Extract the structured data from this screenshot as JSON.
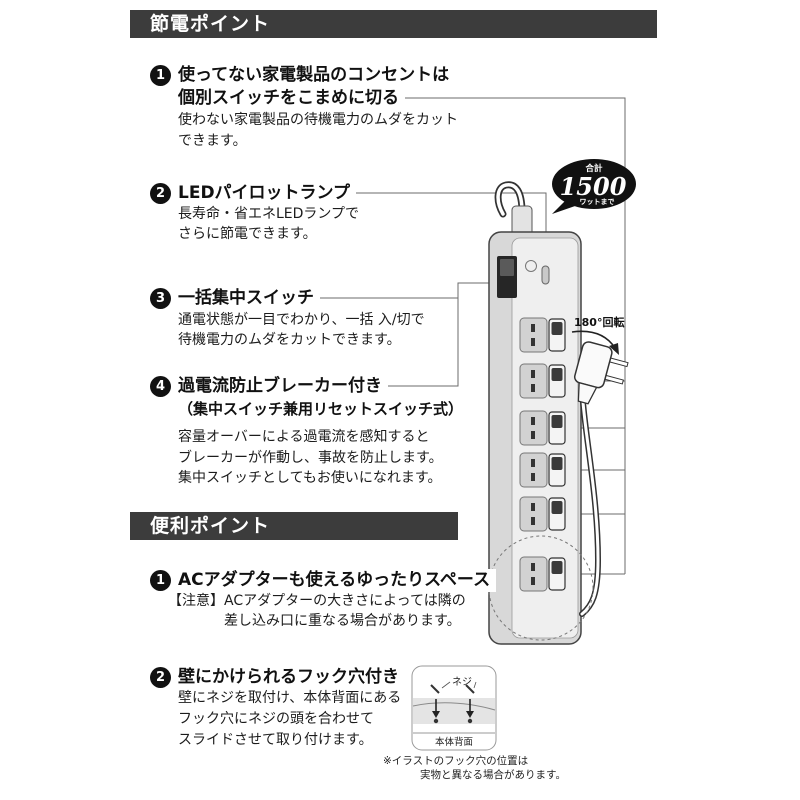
{
  "savings": {
    "title": "節電ポイント",
    "items": [
      {
        "num": "1",
        "title1": "使ってない家電製品のコンセントは",
        "title2": "個別スイッチをこまめに切る",
        "desc1": "使わない家電製品の待機電力のムダをカット",
        "desc2": "できます。"
      },
      {
        "num": "2",
        "title1": "LEDパイロットランプ",
        "desc1": "長寿命・省エネLEDランプで",
        "desc2": "さらに節電できます。"
      },
      {
        "num": "3",
        "title1": "一括集中スイッチ",
        "desc1": "通電状態が一目でわかり、一括 入/切で",
        "desc2": "待機電力のムダをカットできます。"
      },
      {
        "num": "4",
        "title1": "過電流防止ブレーカー付き",
        "title2": "（集中スイッチ兼用リセットスイッチ式）",
        "desc1": "容量オーバーによる過電流を感知すると",
        "desc2": "ブレーカーが作動し、事故を防止します。",
        "desc3": "集中スイッチとしてもお使いになれます。"
      }
    ]
  },
  "convenience": {
    "title": "便利ポイント",
    "items": [
      {
        "num": "1",
        "title1": "ACアダプターも使えるゆったりスペース",
        "note_label": "【注意】",
        "desc1": "ACアダプターの大きさによっては隣の",
        "desc2": "差し込み口に重なる場合があります。"
      },
      {
        "num": "2",
        "title1": "壁にかけられるフック穴付き",
        "desc1": "壁にネジを取付け、本体背面にある",
        "desc2": "フック穴にネジの頭を合わせて",
        "desc3": "スライドさせて取り付けます。"
      }
    ]
  },
  "badge": {
    "top": "合計",
    "value": "1500",
    "bottom": "ワットまで"
  },
  "rotation_label": "180°回転",
  "hook_illustration": {
    "screw_label": "ネジ",
    "back_label": "本体背面"
  },
  "footnote": [
    "※イラストのフック穴の位置は",
    "実物と異なる場合があります。"
  ],
  "colors": {
    "header_bar": "#3c3c3c",
    "number_circle": "#111111",
    "strip_body": "#d8d8d8",
    "strip_face": "#efefef",
    "badge": "#111111"
  }
}
